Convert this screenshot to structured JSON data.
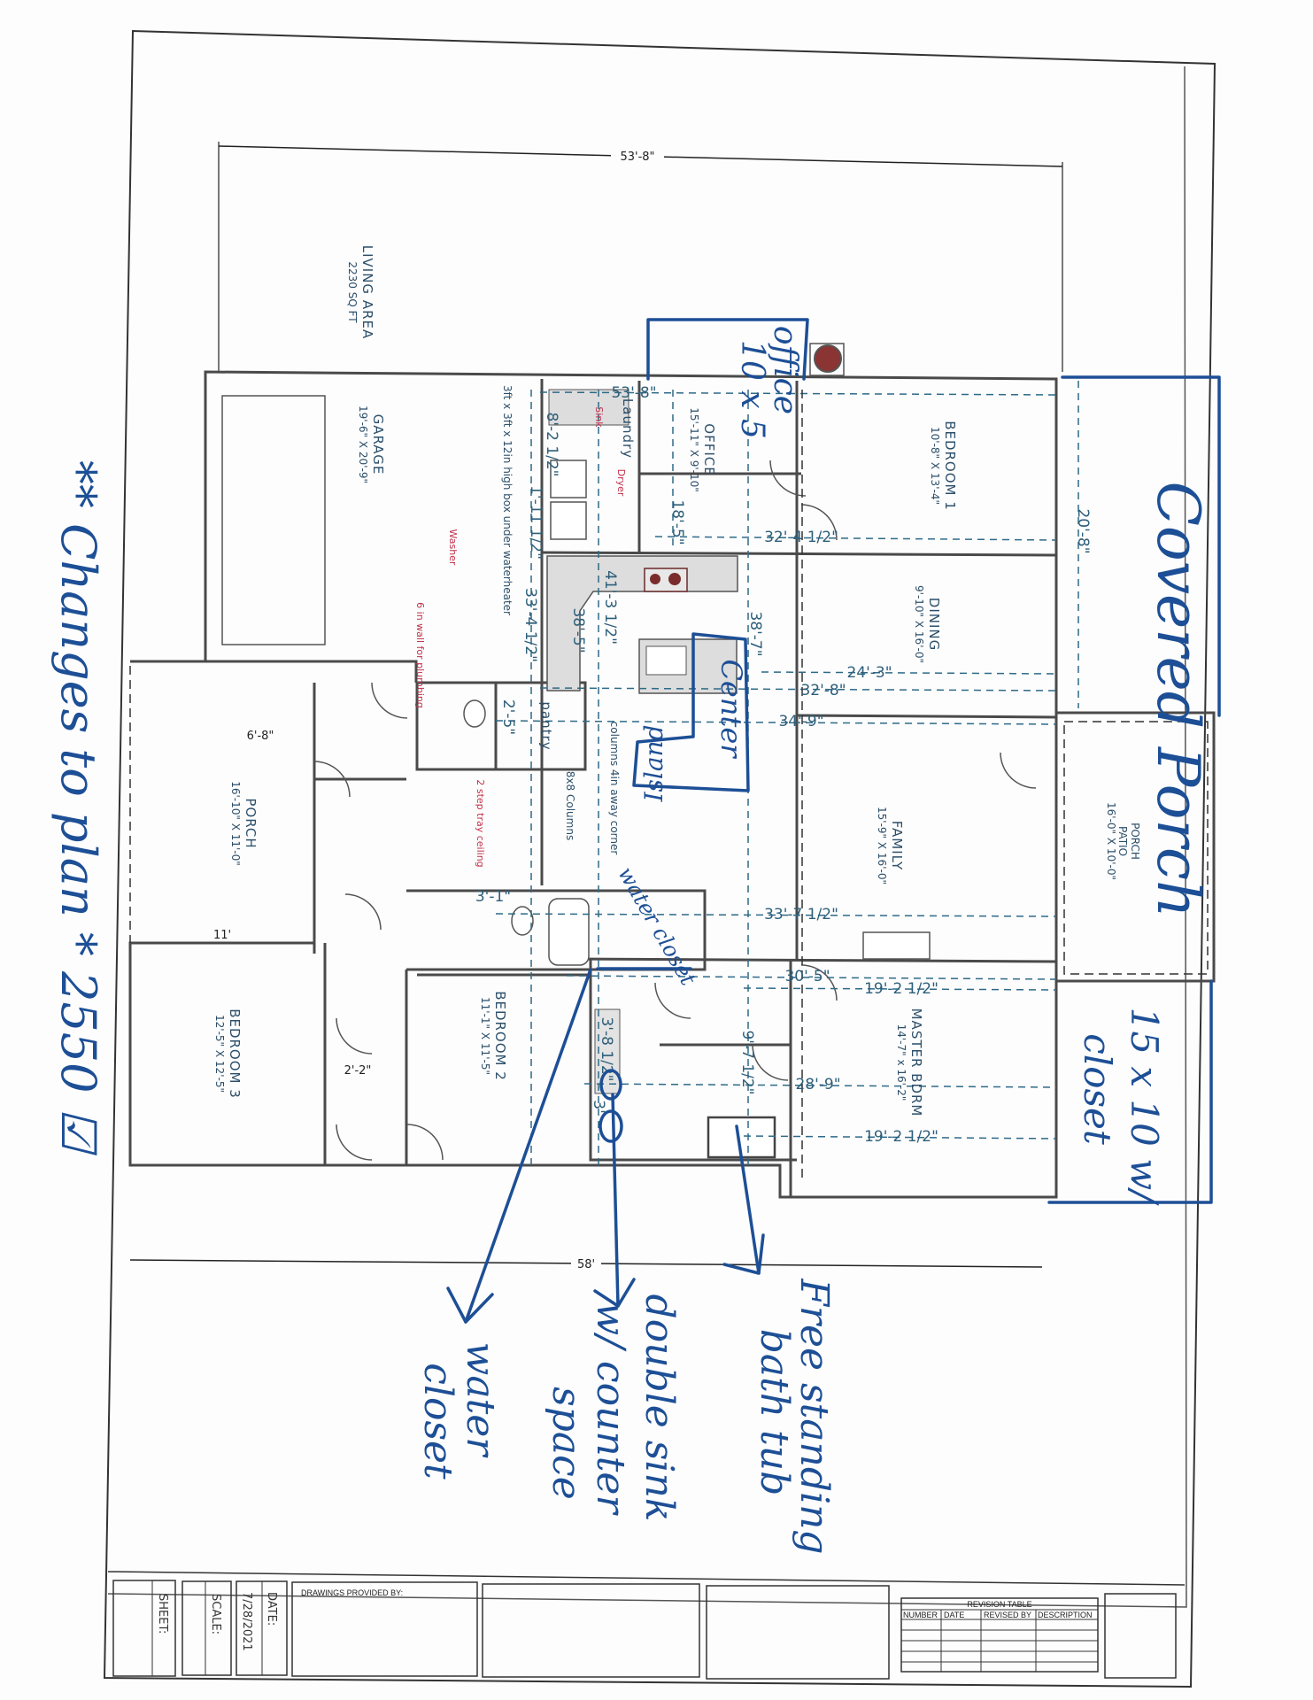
{
  "colors": {
    "ink": "#1d4f96",
    "dimension": "#2e6a88",
    "red_note": "#c0304a",
    "walls": "#4a4a4a"
  },
  "living_area": {
    "title": "LIVING AREA",
    "area": "2230 SQ FT"
  },
  "rooms": {
    "garage": {
      "name": "GARAGE",
      "size": "19'-6\" X 20'-9\""
    },
    "office": {
      "name": "OFFICE",
      "size": "15'-11\" X 9'-10\""
    },
    "laundry": {
      "name": "Laundry"
    },
    "bedroom1": {
      "name": "BEDROOM 1",
      "size": "10'-8\" X 13'-4\""
    },
    "dining": {
      "name": "DINING",
      "size": "9'-10\" X 16'-0\""
    },
    "family": {
      "name": "FAMILY",
      "size": "15'-9\" X 16'-0\""
    },
    "patio": {
      "name": "PORCH",
      "sub": "PATIO",
      "size": "16'-0\" X 10'-0\""
    },
    "master": {
      "name": "MASTER BDRM",
      "size": "14'-7\" x 16'-2\""
    },
    "pantry": {
      "name": "pantry"
    },
    "porch": {
      "name": "PORCH",
      "size": "16'-10\" X 11'-0\""
    },
    "bedroom3": {
      "name": "BEDROOM 3",
      "size": "12'-5\" X 12'-5\""
    },
    "bedroom2": {
      "name": "BEDROOM 2",
      "size": "11'-1\" X 11'-5\""
    }
  },
  "dimensions": {
    "overall_width": "53'-8\"",
    "inner_width": "53'-8\"",
    "overall_length": "58'",
    "d_32_4": "32'-4 1/2\"",
    "d_24_3": "24'-3\"",
    "d_32_8": "32'-8\"",
    "d_34_9": "34'-9\"",
    "d_33_7": "33'-7 1/2\"",
    "d_30_5": "30'-5\"",
    "d_19_2a": "19'-2 1/2\"",
    "d_28_9": "28'-9\"",
    "d_19_2b": "19'-2 1/2\"",
    "d_6_8": "6'-8\"",
    "d_11": "11'",
    "d_2_2": "2'-2\"",
    "d_3_1": "3'-1\"",
    "d_8_2": "8'-2 1/2\"",
    "d_1_11": "1'-11 1/2\"",
    "d_33_4": "33'-4 1/2\"",
    "d_38_5": "38'-5\"",
    "d_41_3": "41'-3 1/2\"",
    "d_38_7": "38'-7\"",
    "d_18_5": "18'-5\"",
    "d_20_8": "20'-8\"",
    "d_2_5": "2'-5\"",
    "d_9_7": "9'-7 1/2\"",
    "d_3_8": "3'-8 1/2\"",
    "d_3": "3'"
  },
  "notes": {
    "sink": "Sink",
    "dryer": "Dryer",
    "washer": "Washer",
    "plumbing_wall": "6 in wall for plumbing",
    "tray_ceiling": "2 step tray ceiling",
    "waterheater_box": "3ft x 3ft x 12in high box under waterheater",
    "columns_away": "columns 4in away corner",
    "columns": "8x8 Columns"
  },
  "handwritten": {
    "header": "** Changes to plan *  2550 ☑",
    "office": "office",
    "office_size": "10 x 5",
    "center": "Center",
    "island": "Island",
    "water_closet_label": "water closet",
    "covered_porch": "Covered Porch",
    "closet_size": "15 x 10 w/",
    "closet": "closet",
    "tub_note_1": "Free standing",
    "tub_note_2": "bath tub",
    "sink_note_1": "double sink",
    "sink_note_2": "w/ counter",
    "sink_note_3": "space",
    "wc_note_1": "water",
    "wc_note_2": "closet"
  },
  "title_block": {
    "sheet_label": "SHEET:",
    "scale_label": "SCALE:",
    "date_value": "7/28/2021",
    "date_label": "DATE:",
    "drawings_by": "DRAWINGS PROVIDED BY:",
    "revision_title": "REVISION TABLE",
    "revision_headers": [
      "NUMBER",
      "DATE",
      "REVISED BY",
      "DESCRIPTION"
    ]
  }
}
